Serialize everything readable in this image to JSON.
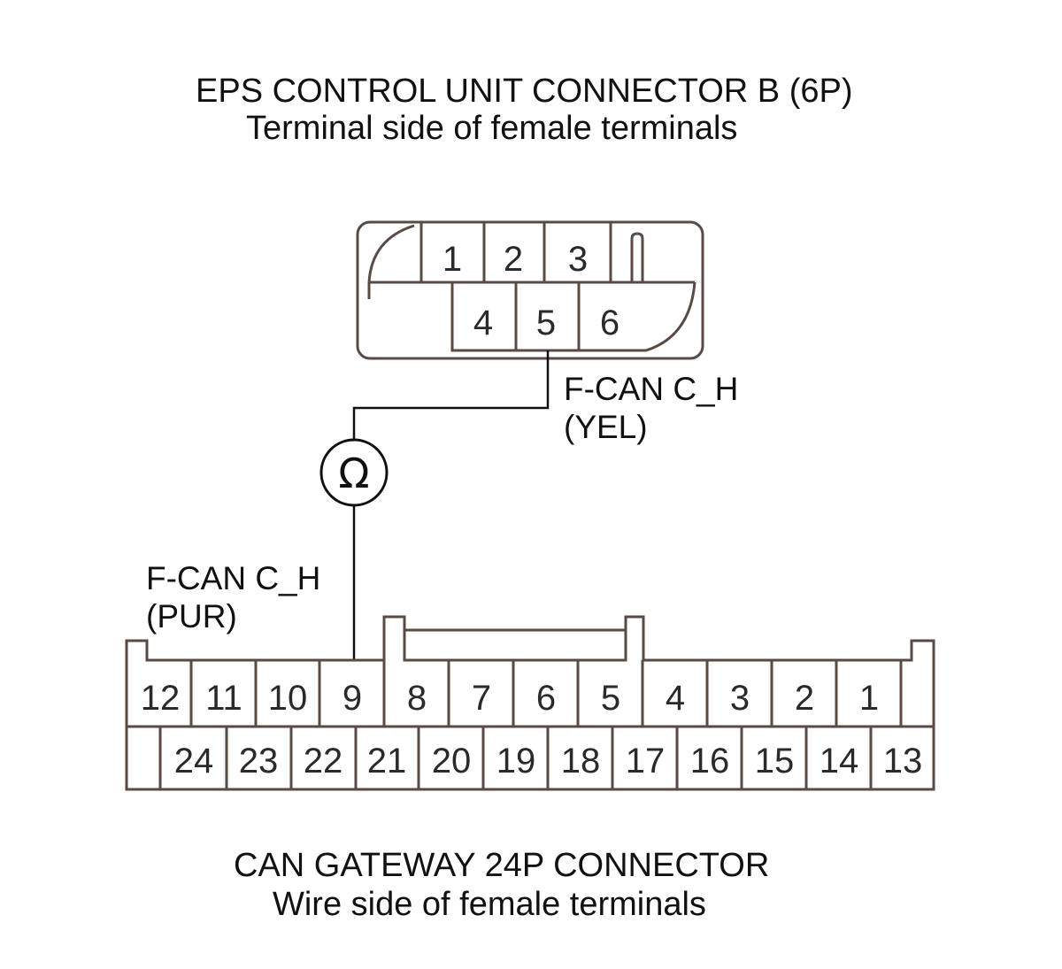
{
  "eps": {
    "title": "EPS CONTROL UNIT CONNECTOR B (6P)",
    "subtitle": "Terminal side of female terminals",
    "terminals_top": [
      "1",
      "2",
      "3"
    ],
    "terminals_bottom": [
      "4",
      "5",
      "6"
    ],
    "wire_name": "F-CAN C_H",
    "wire_color": "(YEL)"
  },
  "meter": {
    "symbol": "Ω",
    "symbol-name": "ohmmeter-icon"
  },
  "gateway": {
    "title": "CAN GATEWAY 24P CONNECTOR",
    "subtitle": "Wire side of female terminals",
    "wire_name": "F-CAN C_H",
    "wire_color": "(PUR)",
    "terminals_top": [
      "12",
      "11",
      "10",
      "9",
      "8",
      "7",
      "6",
      "5",
      "4",
      "3",
      "2",
      "1"
    ],
    "terminals_bottom": [
      "24",
      "23",
      "22",
      "21",
      "20",
      "19",
      "18",
      "17",
      "16",
      "15",
      "14",
      "13"
    ]
  },
  "colors": {
    "outline": "#5a4a44",
    "wire": "#111111"
  }
}
